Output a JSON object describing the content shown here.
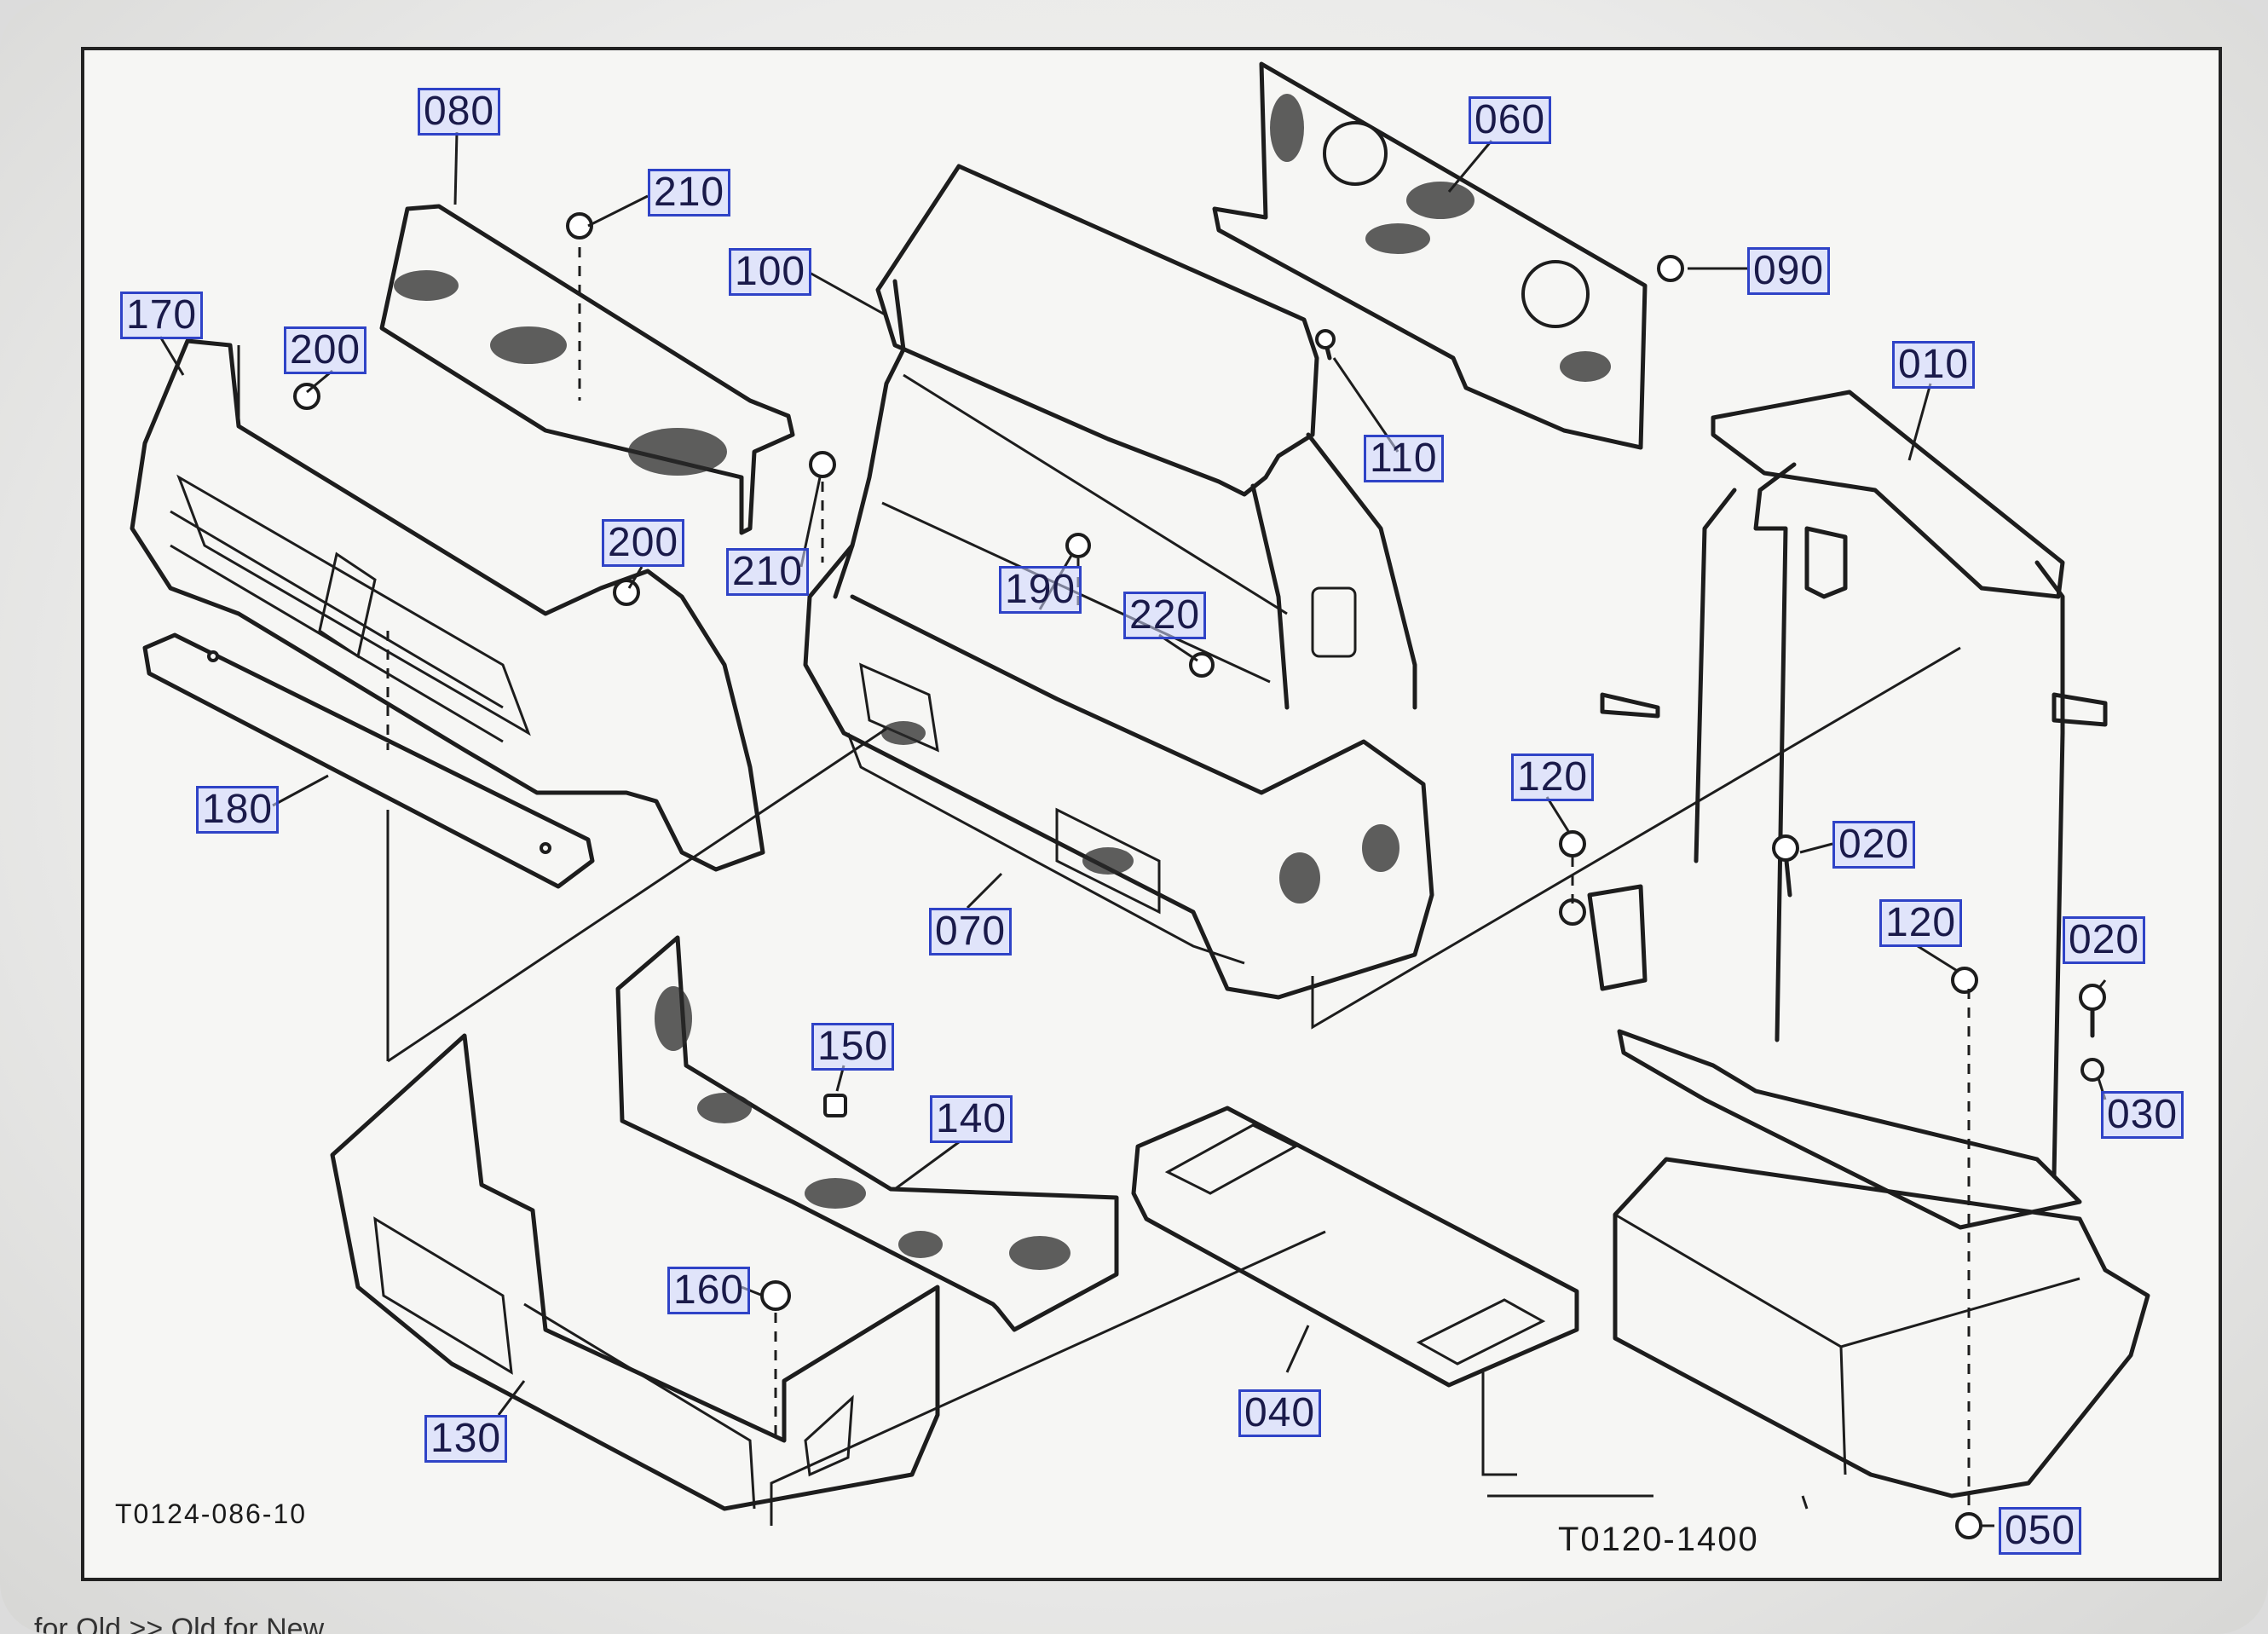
{
  "diagram": {
    "drawing_number": "T0124-086-10",
    "sub_reference": "T0120-1400",
    "footer_text": "for Old >> Old for New"
  },
  "callouts": [
    {
      "id": "080",
      "label": "080"
    },
    {
      "id": "210a",
      "label": "210"
    },
    {
      "id": "100",
      "label": "100"
    },
    {
      "id": "060",
      "label": "060"
    },
    {
      "id": "090",
      "label": "090"
    },
    {
      "id": "170",
      "label": "170"
    },
    {
      "id": "200a",
      "label": "200"
    },
    {
      "id": "010",
      "label": "010"
    },
    {
      "id": "110",
      "label": "110"
    },
    {
      "id": "200b",
      "label": "200"
    },
    {
      "id": "210b",
      "label": "210"
    },
    {
      "id": "190",
      "label": "190"
    },
    {
      "id": "220",
      "label": "220"
    },
    {
      "id": "120a",
      "label": "120"
    },
    {
      "id": "180",
      "label": "180"
    },
    {
      "id": "020a",
      "label": "020"
    },
    {
      "id": "120b",
      "label": "120"
    },
    {
      "id": "070",
      "label": "070"
    },
    {
      "id": "020b",
      "label": "020"
    },
    {
      "id": "150",
      "label": "150"
    },
    {
      "id": "140",
      "label": "140"
    },
    {
      "id": "030",
      "label": "030"
    },
    {
      "id": "160",
      "label": "160"
    },
    {
      "id": "040",
      "label": "040"
    },
    {
      "id": "130",
      "label": "130"
    },
    {
      "id": "050",
      "label": "050"
    }
  ],
  "colors": {
    "callout_border": "#2f43c7",
    "callout_fill": "#cdd6ff",
    "line_art": "#1d1d1d"
  }
}
